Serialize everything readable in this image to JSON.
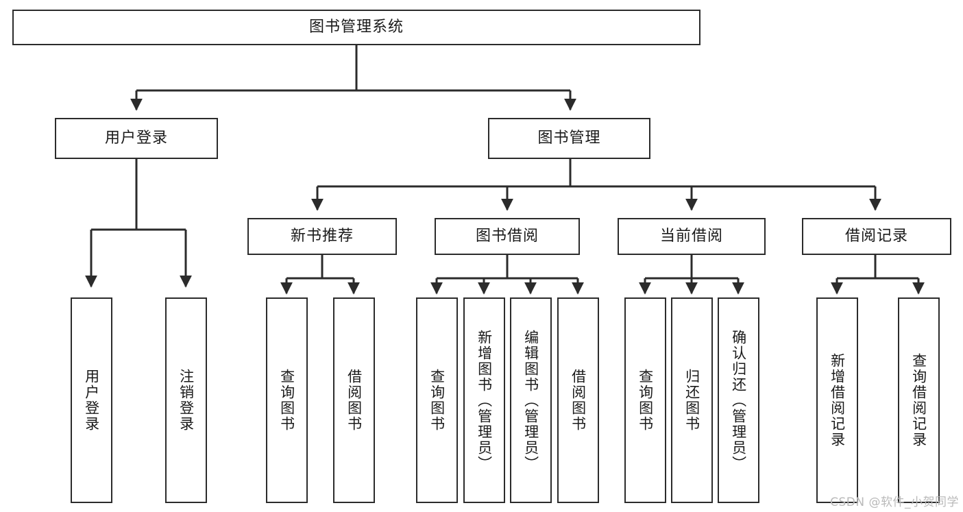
{
  "diagram": {
    "title": "图书管理系统",
    "type": "hierarchy-tree",
    "watermark": "CSDN @软件_小贺同学",
    "colors": {
      "box_border": "#2b2b2b",
      "box_fill": "#ffffff",
      "connector": "#2b2b2b",
      "text": "#1a1a1a",
      "watermark": "#b9b9b9",
      "background": "#ffffff"
    },
    "root": {
      "label": "图书管理系统"
    },
    "level2": [
      {
        "label": "用户登录"
      },
      {
        "label": "图书管理"
      }
    ],
    "level3": [
      {
        "label": "新书推荐"
      },
      {
        "label": "图书借阅"
      },
      {
        "label": "当前借阅"
      },
      {
        "label": "借阅记录"
      }
    ],
    "leaves": {
      "user_login": [
        {
          "label": "用户登录"
        },
        {
          "label": "注销登录"
        }
      ],
      "new_book_recommend": [
        {
          "label": "查询图书"
        },
        {
          "label": "借阅图书"
        }
      ],
      "book_borrow": [
        {
          "label": "查询图书"
        },
        {
          "label": "新增图书（管理员）"
        },
        {
          "label": "编辑图书（管理员）"
        },
        {
          "label": "借阅图书"
        }
      ],
      "current_borrow": [
        {
          "label": "查询图书"
        },
        {
          "label": "归还图书"
        },
        {
          "label": "确认归还（管理员）"
        }
      ],
      "borrow_record": [
        {
          "label": "新增借阅记录"
        },
        {
          "label": "查询借阅记录"
        }
      ]
    }
  }
}
